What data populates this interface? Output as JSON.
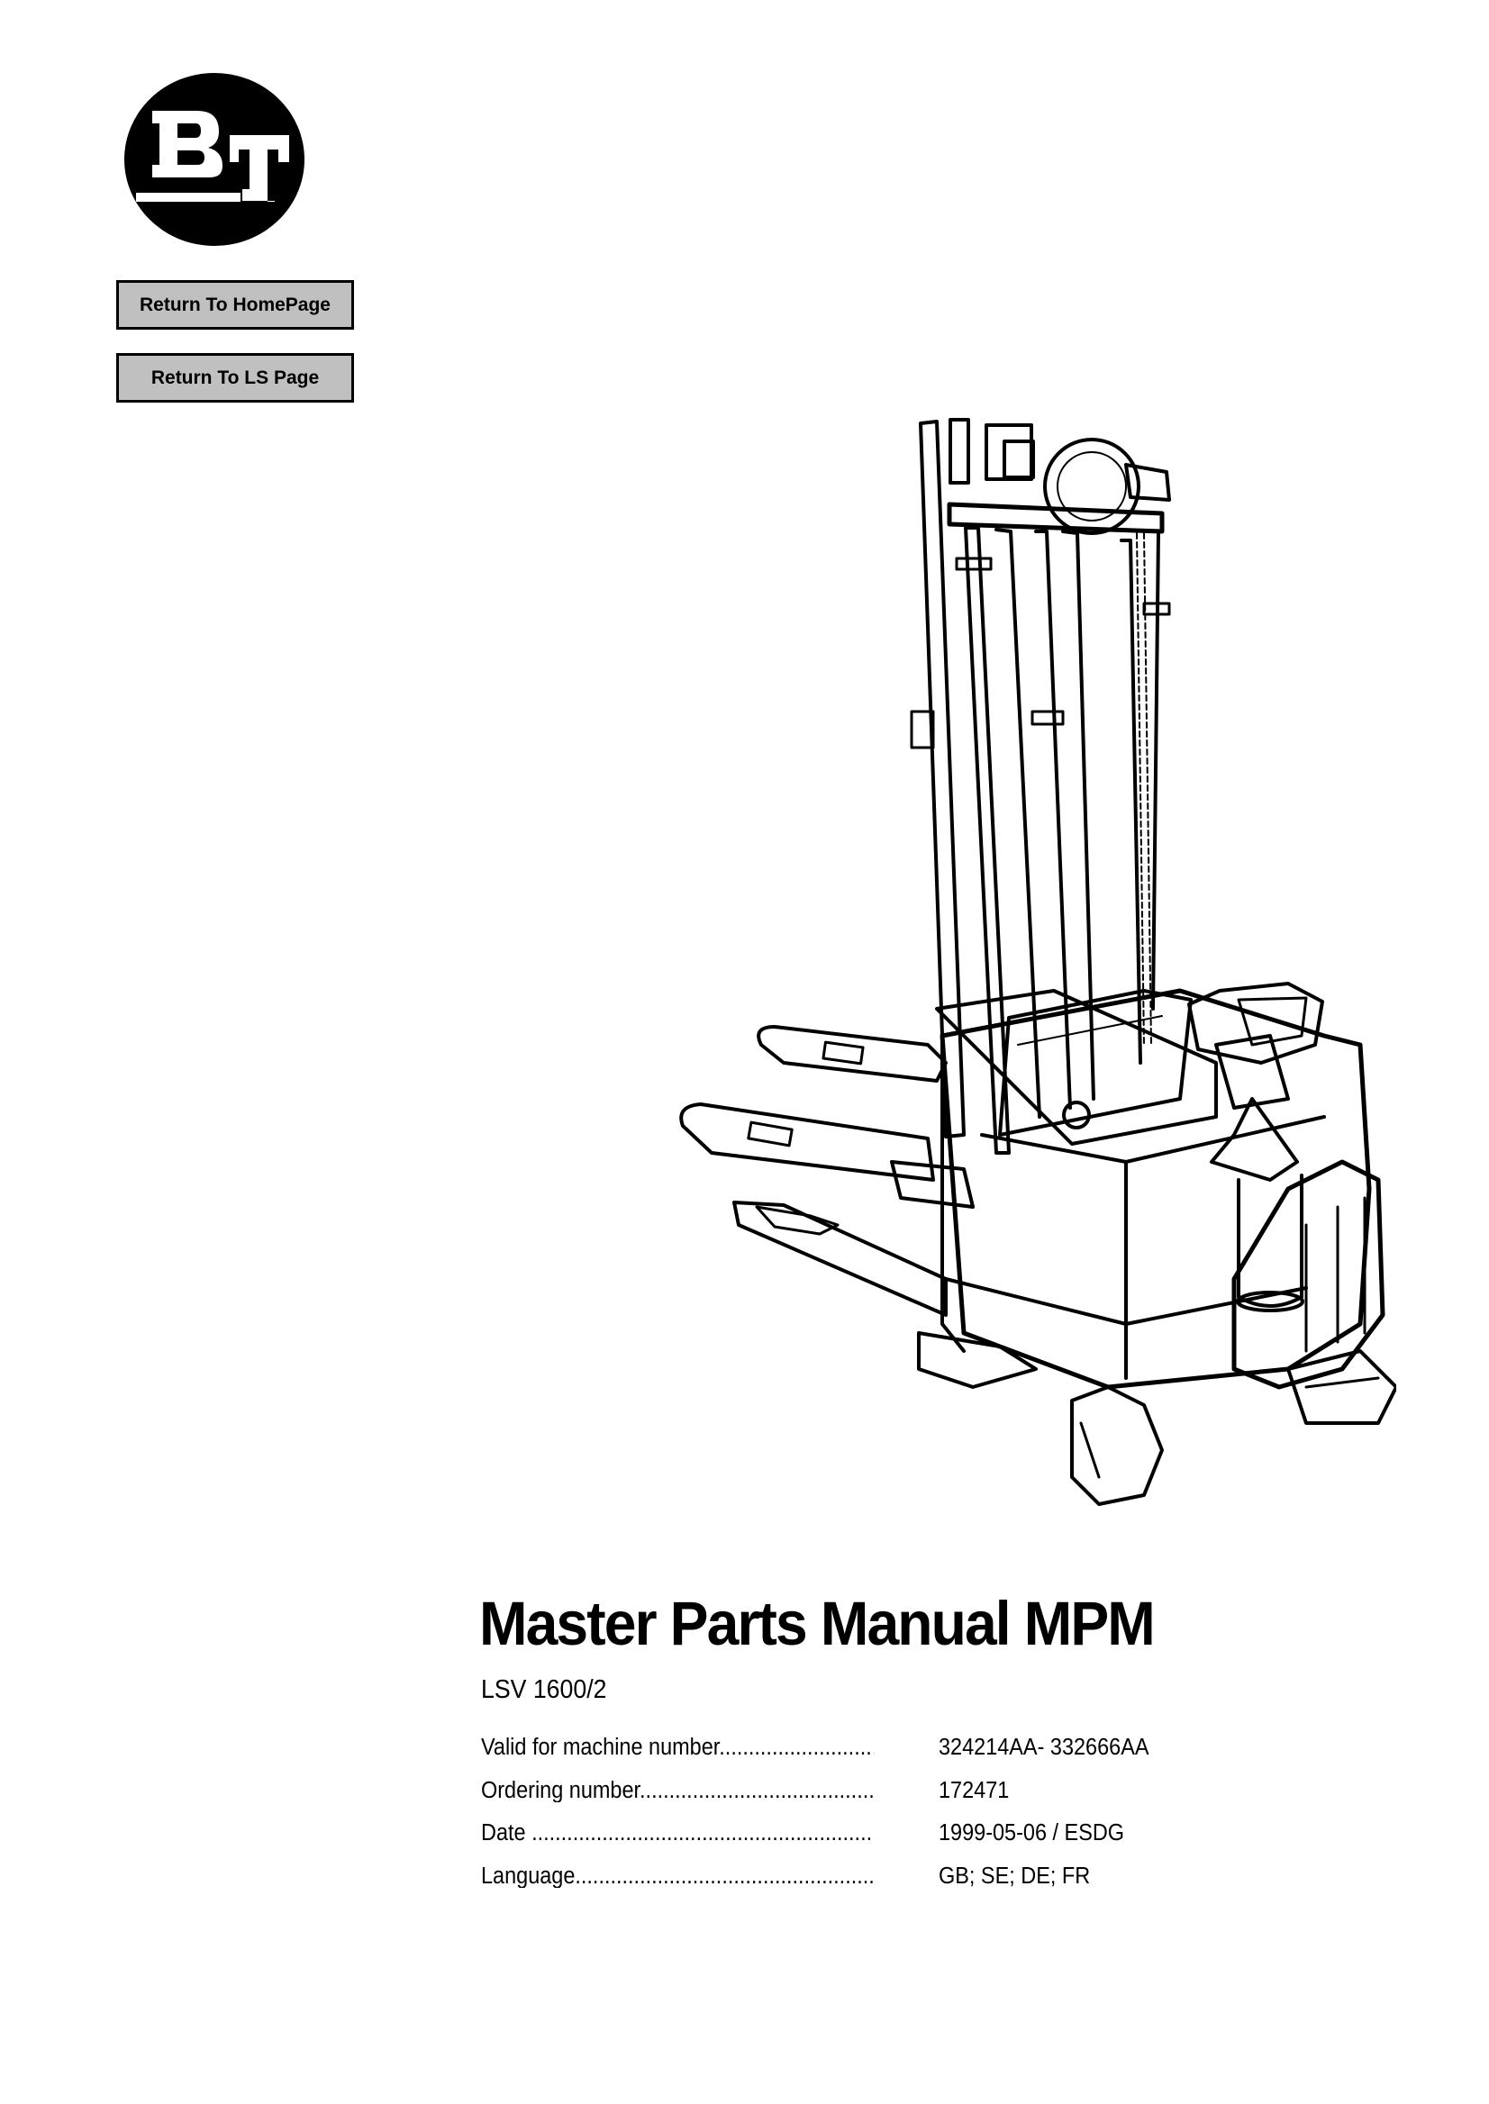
{
  "logo": {
    "text": "BT",
    "icon": "bt-logo-icon"
  },
  "nav": {
    "home_label": "Return To HomePage",
    "ls_label": "Return To LS Page",
    "button_color": "#c0c0c0"
  },
  "illustration": {
    "description": "Line drawing of LSV 1600/2 pedestrian stacker truck",
    "icon": "stacker-truck-illustration"
  },
  "document": {
    "title": "Master Parts Manual MPM",
    "subtitle": "LSV 1600/2",
    "info": [
      {
        "label": "Valid for machine number......................................",
        "value": "324214AA- 332666AA"
      },
      {
        "label": "Ordering number...................................................",
        "value": "172471"
      },
      {
        "label": "Date ....................................................................",
        "value": "1999-05-06 / ESDG"
      },
      {
        "label": "Language...............................................................",
        "value": "GB; SE; DE; FR"
      }
    ]
  }
}
